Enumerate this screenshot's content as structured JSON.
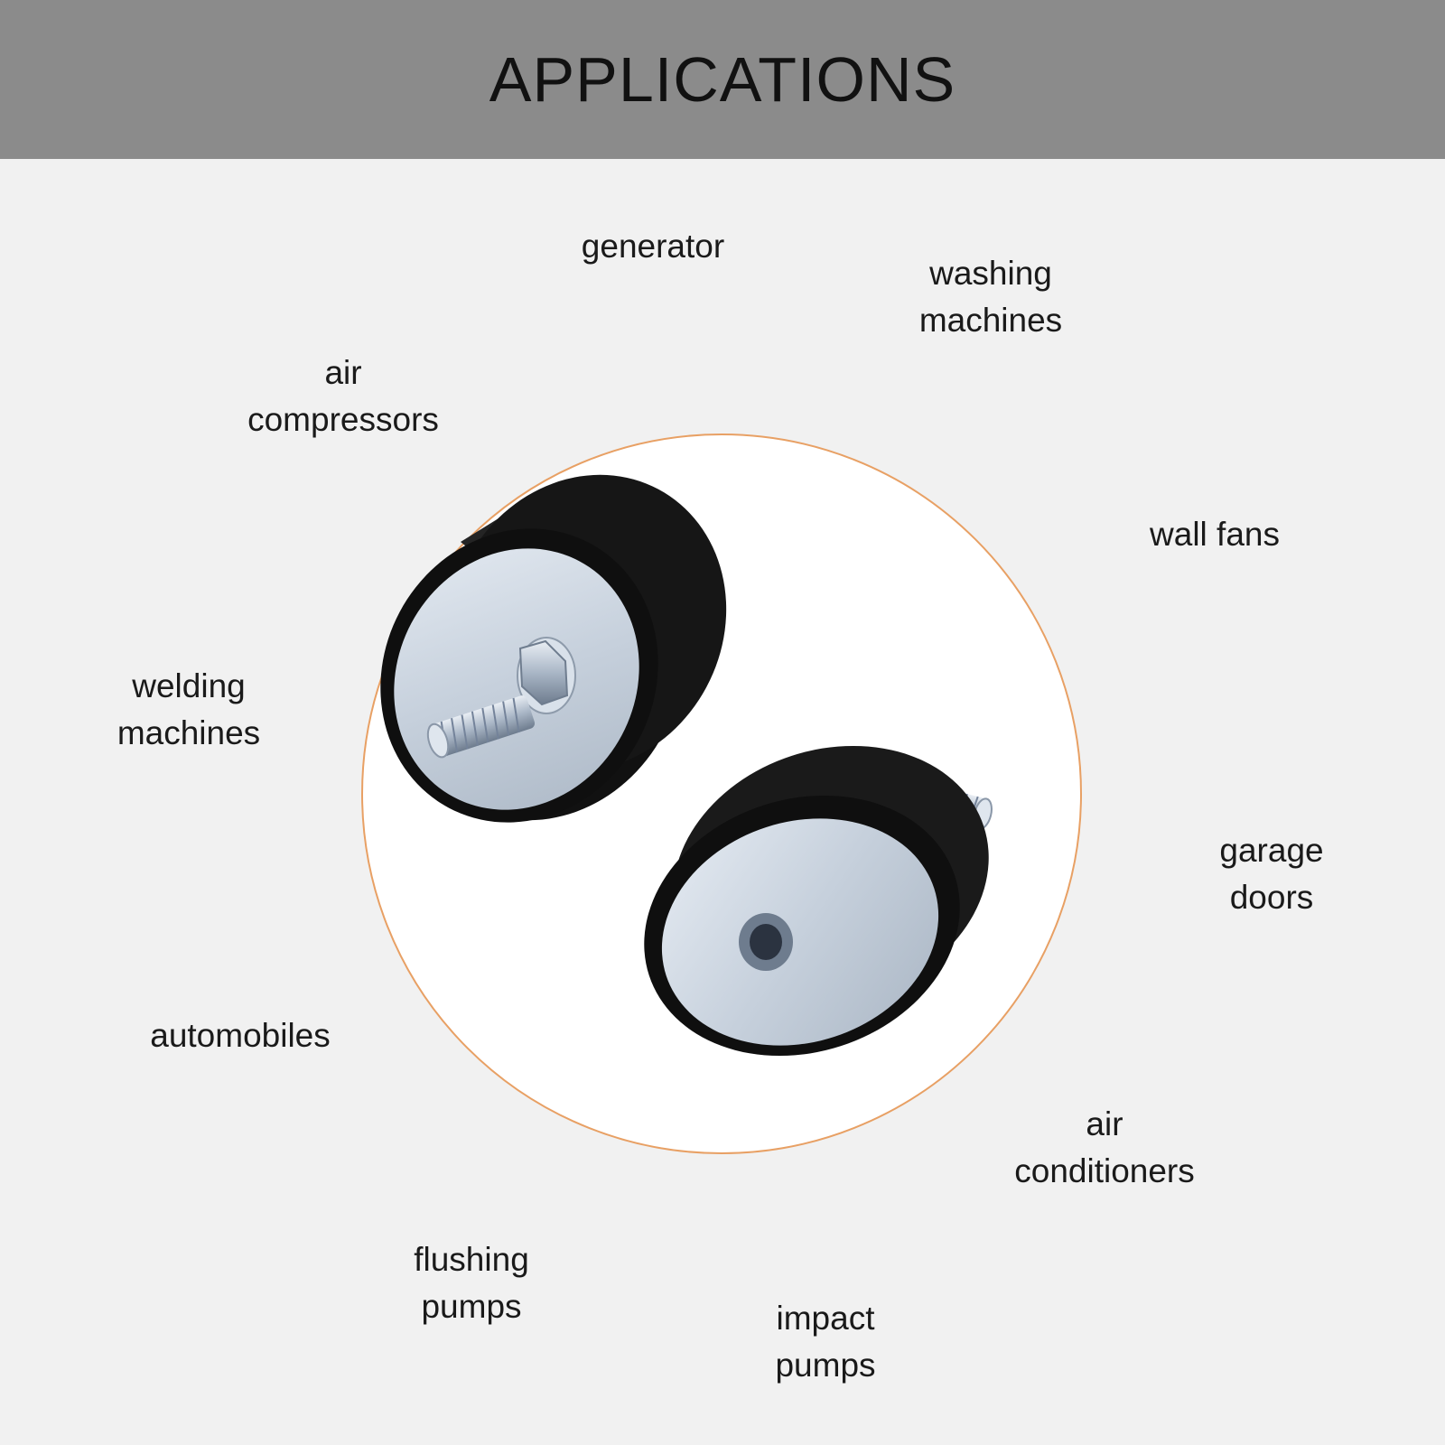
{
  "header": {
    "title": "APPLICATIONS"
  },
  "applications": [
    {
      "lines": [
        "generator"
      ]
    },
    {
      "lines": [
        "washing",
        "machines"
      ]
    },
    {
      "lines": [
        "air",
        "compressors"
      ]
    },
    {
      "lines": [
        "wall fans"
      ]
    },
    {
      "lines": [
        "welding",
        "machines"
      ]
    },
    {
      "lines": [
        "garage",
        "doors"
      ]
    },
    {
      "lines": [
        "automobiles"
      ]
    },
    {
      "lines": [
        "air",
        "conditioners"
      ]
    },
    {
      "lines": [
        "flushing",
        "pumps"
      ]
    },
    {
      "lines": [
        "impact",
        "pumps"
      ]
    }
  ],
  "colors": {
    "header_bg": "#8b8b8b",
    "page_bg": "#f1f1f1",
    "circle_border": "#e8a064"
  }
}
